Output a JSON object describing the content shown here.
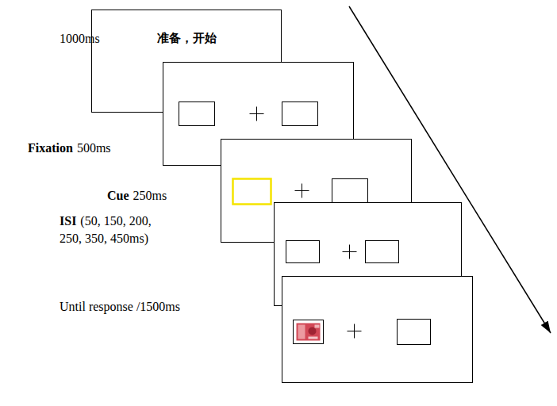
{
  "diagram": {
    "nodes": [
      {
        "text": [
          "准备，开始"
        ]
      }
    ],
    "labels": [
      "1000ms",
      "Fixation",
      "500ms",
      "Cue",
      "250ms",
      "ISI",
      "(50, 150, 200, 250, 350, 450ms)",
      "Until response /1500ms"
    ]
  }
}
